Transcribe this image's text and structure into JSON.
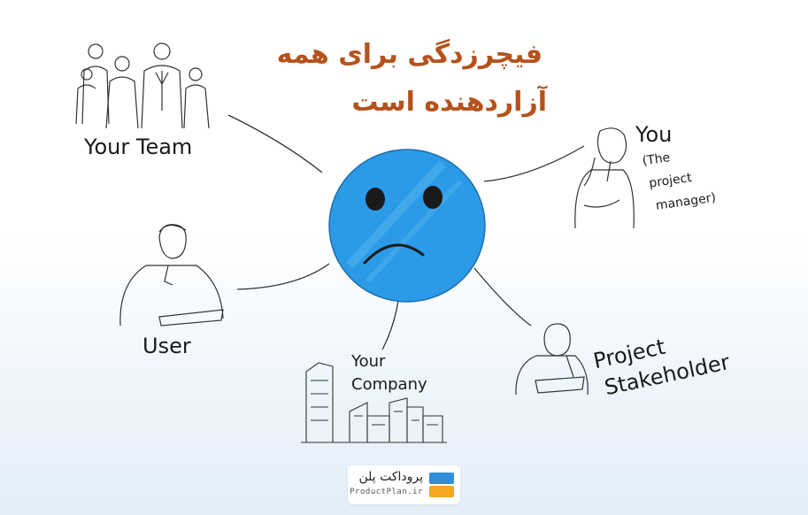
{
  "title": {
    "line1": "فیچرزدگی برای همه",
    "line2": "آزاردهنده است"
  },
  "nodes": {
    "team": "Your Team",
    "you": "You",
    "you_sub1": "(The",
    "you_sub2": "project",
    "you_sub3": "manager)",
    "user": "User",
    "company1": "Your",
    "company2": "Company",
    "stakeholder1": "Project",
    "stakeholder2": "Stakeholder"
  },
  "logo": {
    "name_fa": "پروداکت پلن",
    "name_en": "ProductPlan.ir"
  },
  "colors": {
    "face": "#2b9be8",
    "title": "#b5521c",
    "ink": "#1a1a1a"
  }
}
